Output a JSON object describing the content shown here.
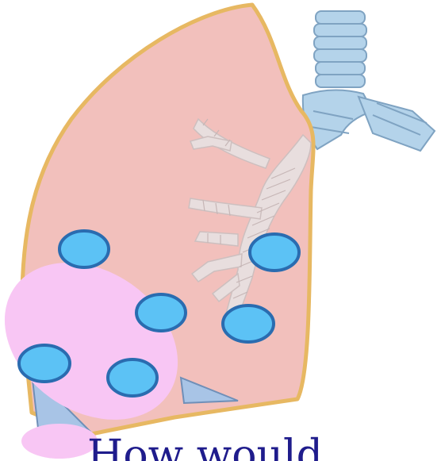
{
  "caption": "How would",
  "colors": {
    "lung_fill": "#f4c6c3",
    "lung_outline": "#e7b862",
    "trachea_fill": "#b4d3ea",
    "trachea_stroke": "#7fa3c2",
    "bronchi_fill": "#e7dcdc",
    "pleural_space": "#a8c4e6",
    "marker_fill": "#5cc2f5",
    "marker_stroke": "#2a6cb0",
    "blob_fill": "#f8c6f4",
    "caption_color": "#1f1c8c"
  },
  "icons": [
    "lung-outline",
    "trachea",
    "bronchial-tree",
    "blue-oval-marker",
    "pink-blob"
  ]
}
